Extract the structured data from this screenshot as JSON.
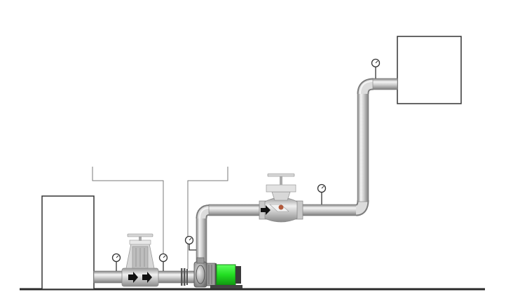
{
  "diagram": {
    "components": [
      {
        "id": "supply-tank",
        "kind": "tank"
      },
      {
        "id": "gate-valve",
        "kind": "gate-valve"
      },
      {
        "id": "pump",
        "kind": "centrifugal-pump"
      },
      {
        "id": "globe-valve",
        "kind": "globe-valve"
      },
      {
        "id": "delivery-tank",
        "kind": "tank"
      }
    ],
    "gauges": [
      {
        "id": "gauge-before-gate-valve",
        "kind": "pressure-gauge"
      },
      {
        "id": "gauge-after-gate-valve",
        "kind": "pressure-gauge"
      },
      {
        "id": "gauge-pump-discharge",
        "kind": "pressure-gauge"
      },
      {
        "id": "gauge-after-globe-valve",
        "kind": "pressure-gauge"
      },
      {
        "id": "gauge-delivery",
        "kind": "pressure-gauge"
      }
    ],
    "flow_arrows": [
      {
        "id": "gate-valve-arrow-1"
      },
      {
        "id": "gate-valve-arrow-2"
      },
      {
        "id": "globe-valve-arrow"
      }
    ],
    "colors": {
      "pipe_light": "#ececec",
      "pipe_mid": "#c2c2c2",
      "pipe_dark": "#7d7d7d",
      "valve_body": "#d2d2d2",
      "motor": "#22dd22",
      "tank_stroke": "#333333",
      "ground": "#2a2a2a",
      "leader": "#7a7a7a",
      "globe_plug": "#b25a3c"
    }
  }
}
